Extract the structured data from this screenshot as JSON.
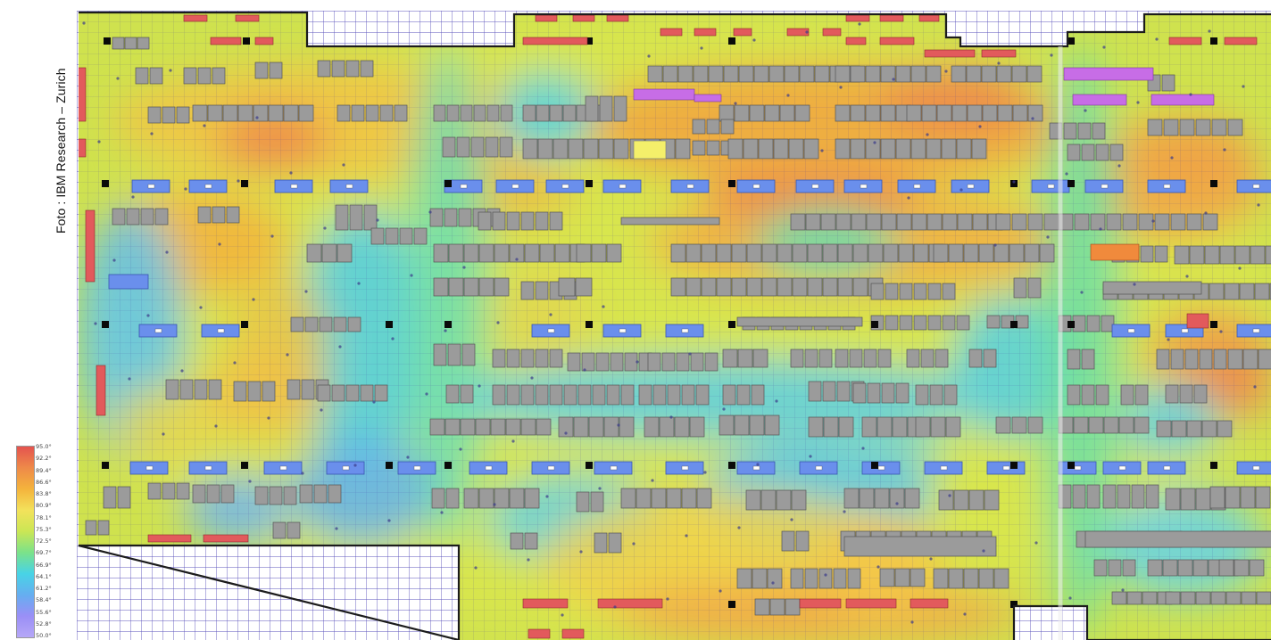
{
  "credit": "Foto : IBM Research – Zurich",
  "legend": {
    "ticks": [
      "95.0°",
      "92.2°",
      "89.4°",
      "86.6°",
      "83.8°",
      "80.9°",
      "78.1°",
      "75.3°",
      "72.5°",
      "69.7°",
      "66.9°",
      "64.1°",
      "61.2°",
      "58.4°",
      "55.6°",
      "52.8°",
      "50.0°"
    ],
    "colors": [
      "#e4534f",
      "#ee8a49",
      "#f4b33c",
      "#f3e25b",
      "#cbe655",
      "#7be28a",
      "#48d3e6",
      "#66aef0",
      "#9a8ff6",
      "#b6a7f7"
    ]
  },
  "floor": {
    "rack_color": "#9b9b9b",
    "rack_outline": "#555555",
    "crac_color": "#6a8fec",
    "pdu_color": "#e25a5c",
    "magenta_color": "#c76de6",
    "orange_color": "#f08a3c",
    "grid_color": "#3a2fa0",
    "wall_color": "#1c1c1c"
  }
}
